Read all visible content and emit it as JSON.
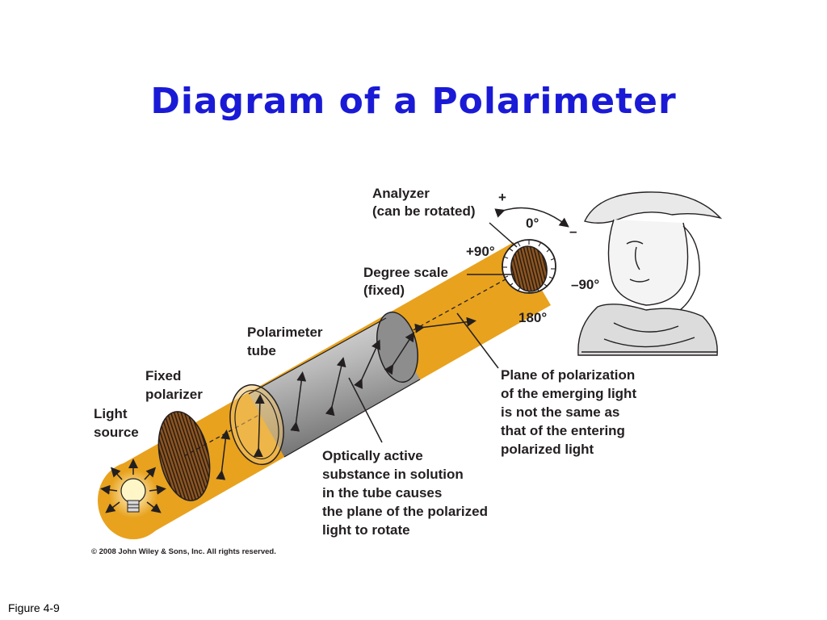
{
  "slide": {
    "title": "Diagram of a Polarimeter",
    "figure_label": "Figure 4-9",
    "copyright": "© 2008 John Wiley & Sons, Inc. All rights reserved."
  },
  "diagram": {
    "labels": {
      "analyzer": [
        "Analyzer",
        "(can be rotated)"
      ],
      "degree_scale": [
        "Degree scale",
        "(fixed)"
      ],
      "polarimeter_tube": [
        "Polarimeter",
        "tube"
      ],
      "fixed_polarizer": [
        "Fixed",
        "polarizer"
      ],
      "light_source": [
        "Light",
        "source"
      ],
      "plane_of_polarization": [
        "Plane of polarization",
        "of the emerging light",
        "is not the same as",
        "that of the entering",
        "polarized light"
      ],
      "optically_active": [
        "Optically active",
        "substance in solution",
        "in the tube causes",
        "the plane of the polarized",
        "light to rotate"
      ]
    },
    "scale_marks": {
      "plus": "+",
      "minus": "–",
      "zero": "0°",
      "plus90": "+90°",
      "minus90": "–90°",
      "one80": "180°"
    },
    "colors": {
      "beam": "#e8a21e",
      "tube": "#b7b7b7",
      "filter": "#7a4a1e",
      "title": "#1a1ad6"
    },
    "icons": [
      "light-bulb-icon",
      "portrait-icon"
    ]
  }
}
